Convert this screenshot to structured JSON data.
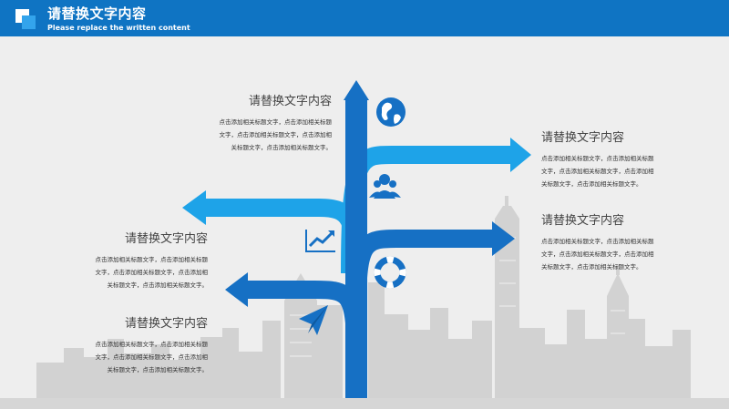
{
  "header": {
    "title": "请替换文字内容",
    "subtitle": "Please replace the written content"
  },
  "blocks": [
    {
      "title": "请替换文字内容",
      "lines": [
        "点击添加相关标题文字，点击添加相关标题",
        "文字，点击添加相关标题文字，点击添加相",
        "关标题文字，点击添加相关标题文字。"
      ]
    },
    {
      "title": "请替换文字内容",
      "lines": [
        "点击添加相关标题文字，点击添加相关标题",
        "文字，点击添加相关标题文字，点击添加相",
        "关标题文字，点击添加相关标题文字。"
      ]
    },
    {
      "title": "请替换文字内容",
      "lines": [
        "点击添加相关标题文字，点击添加相关标题",
        "文字，点击添加相关标题文字，点击添加相",
        "关标题文字，点击添加相关标题文字。"
      ]
    },
    {
      "title": "请替换文字内容",
      "lines": [
        "点击添加相关标题文字，点击添加相关标题",
        "文字，点击添加相关标题文字，点击添加相",
        "关标题文字，点击添加相关标题文字。"
      ]
    },
    {
      "title": "请替换文字内容",
      "lines": [
        "点击添加相关标题文字，点击添加相关标题",
        "文字，点击添加相关标题文字，点击添加相",
        "关标题文字，点击添加相关标题文字。"
      ]
    }
  ],
  "icons": [
    "globe-icon",
    "people-icon",
    "chart-trend-icon",
    "lifebuoy-icon",
    "paper-plane-icon"
  ],
  "colors": {
    "header": "#0f74c3",
    "arrow_dark": "#1670c4",
    "arrow_light": "#1ea3e8",
    "background": "#eeeeee",
    "skyline": "#d0d0d0"
  }
}
